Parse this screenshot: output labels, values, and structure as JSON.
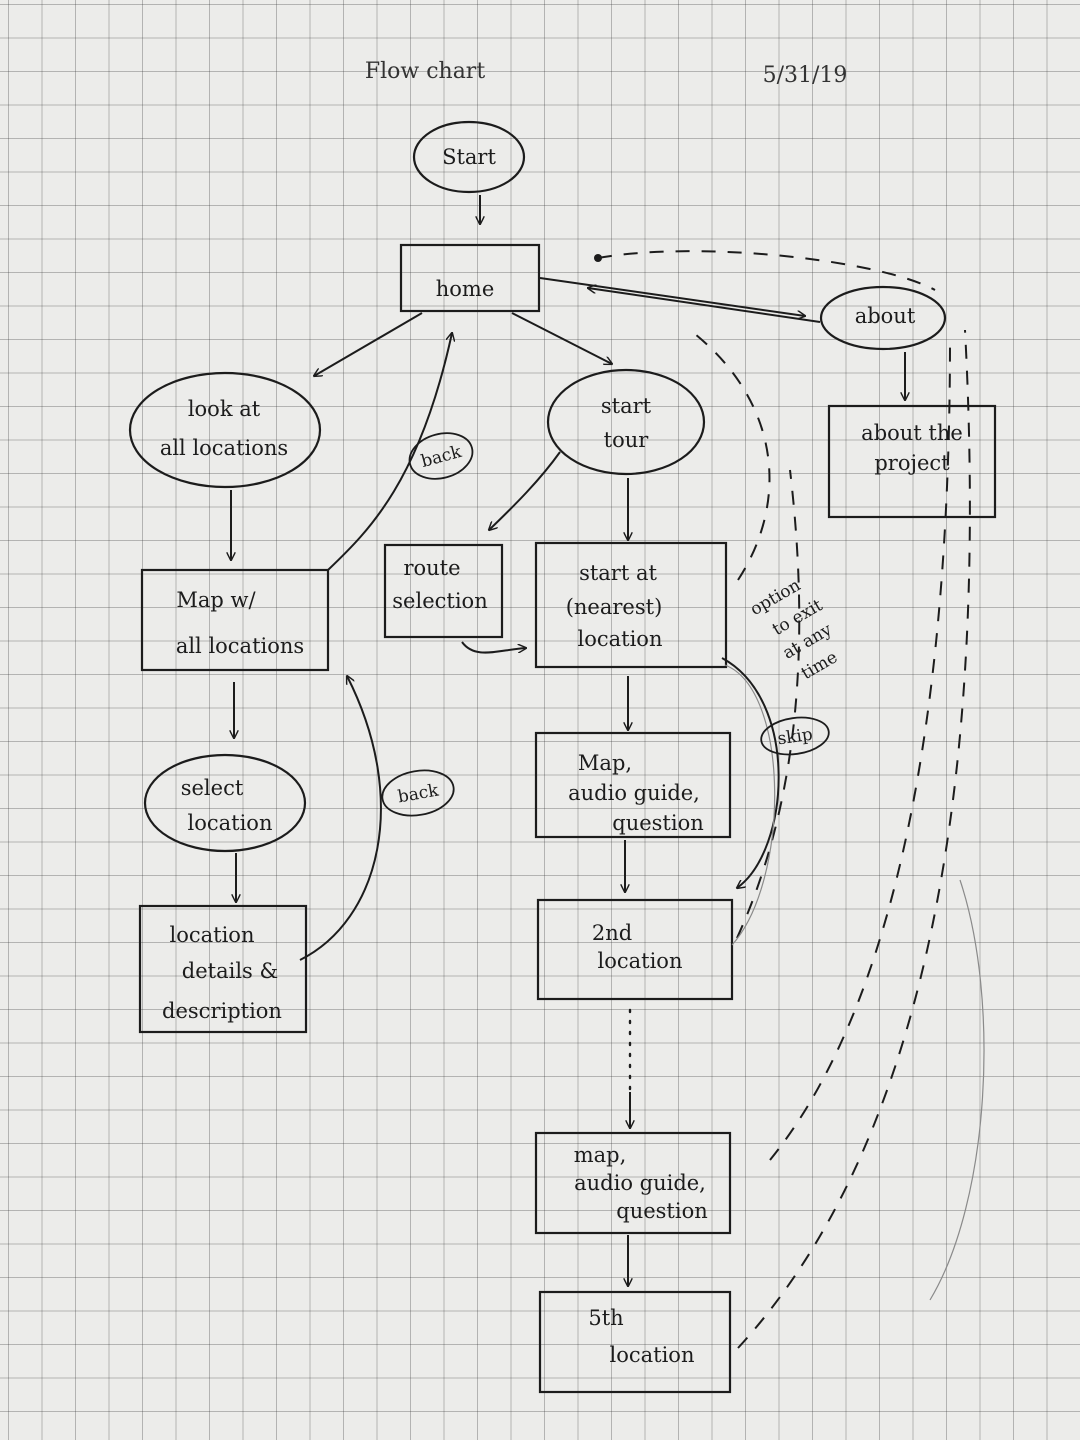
{
  "header": {
    "title": "Flow chart",
    "date": "5/31/19"
  },
  "nodes": {
    "start": [
      "Start"
    ],
    "home": [
      "home"
    ],
    "about": [
      "about"
    ],
    "about_project": [
      "about the",
      "project"
    ],
    "look_all": [
      "look at",
      "all locations"
    ],
    "start_tour": [
      "start",
      "tour"
    ],
    "map_all": [
      "Map w/",
      "all locations"
    ],
    "route_selection": [
      "route",
      "selection"
    ],
    "start_nearest": [
      "start at",
      "(nearest)",
      "location"
    ],
    "select_location": [
      "select",
      "location"
    ],
    "map_audio_1": [
      "Map,",
      "audio guide,",
      "question"
    ],
    "location_details": [
      "location",
      "details &",
      "description"
    ],
    "second_location": [
      "2nd",
      "location"
    ],
    "map_audio_2": [
      "map,",
      "audio guide,",
      "question"
    ],
    "fifth_location": [
      "5th",
      "location"
    ]
  },
  "edge_labels": {
    "back_1": "back",
    "back_2": "back",
    "skip": "skip",
    "exit_note": [
      "option",
      "to exit",
      "at any",
      "time"
    ]
  },
  "colors": {
    "ink": "#1c1c1c",
    "pencil": "#8a8a8a",
    "paper": "#ececea"
  }
}
